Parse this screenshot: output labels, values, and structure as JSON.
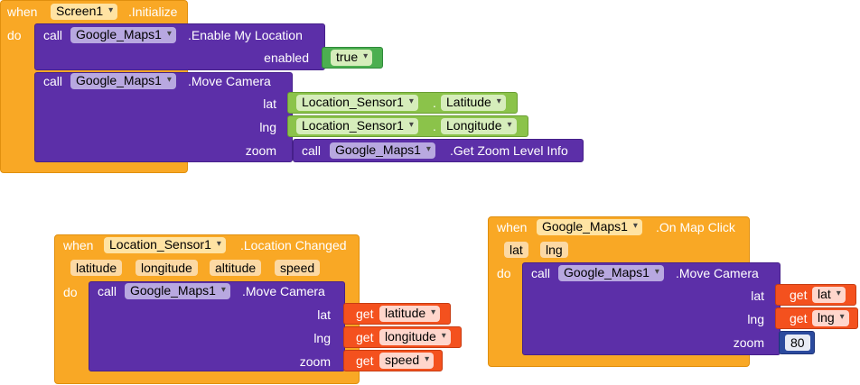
{
  "block1": {
    "when": "when",
    "component": "Screen1",
    "event": ".Initialize",
    "do": "do",
    "call1": {
      "call": "call",
      "component": "Google_Maps1",
      "method": ".Enable My Location",
      "arg_label": "enabled",
      "arg_value": "true"
    },
    "call2": {
      "call": "call",
      "component": "Google_Maps1",
      "method": ".Move Camera",
      "lat_label": "lat",
      "lat_component": "Location_Sensor1",
      "lat_property": "Latitude",
      "lng_label": "lng",
      "lng_component": "Location_Sensor1",
      "lng_property": "Longitude",
      "zoom_label": "zoom",
      "zoom_call": "call",
      "zoom_component": "Google_Maps1",
      "zoom_method": ".Get Zoom Level Info"
    }
  },
  "block2": {
    "when": "when",
    "component": "Location_Sensor1",
    "event": ".Location Changed",
    "params": [
      "latitude",
      "longitude",
      "altitude",
      "speed"
    ],
    "do": "do",
    "call": "call",
    "call_component": "Google_Maps1",
    "method": ".Move Camera",
    "lat_label": "lat",
    "lat_get": "get",
    "lat_var": "latitude",
    "lng_label": "lng",
    "lng_get": "get",
    "lng_var": "longitude",
    "zoom_label": "zoom",
    "zoom_get": "get",
    "zoom_var": "speed"
  },
  "block3": {
    "when": "when",
    "component": "Google_Maps1",
    "event": ".On Map Click",
    "params": [
      "lat",
      "lng"
    ],
    "do": "do",
    "call": "call",
    "call_component": "Google_Maps1",
    "method": ".Move Camera",
    "lat_label": "lat",
    "lat_get": "get",
    "lat_var": "lat",
    "lng_label": "lng",
    "lng_get": "get",
    "lng_var": "lng",
    "zoom_label": "zoom",
    "zoom_value": "80"
  },
  "colors": {
    "event": "#f9a825",
    "procedure": "#5c2fa8",
    "component_getter": "#8bc34a",
    "logic": "#4caf50",
    "variable": "#f4511e",
    "math": "#2b4a9e"
  }
}
